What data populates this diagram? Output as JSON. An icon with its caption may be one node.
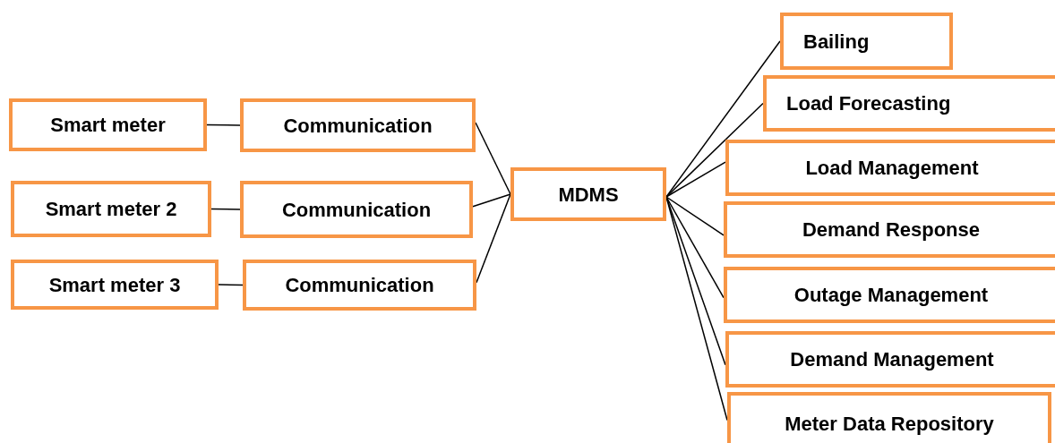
{
  "diagram": {
    "nodes": [
      {
        "text": [
          "Smart meter"
        ]
      },
      {
        "text": [
          "Communication"
        ]
      },
      {
        "text": [
          "Smart meter 2"
        ]
      },
      {
        "text": [
          "Communication"
        ]
      },
      {
        "text": [
          "Smart meter 3"
        ]
      },
      {
        "text": [
          "Communication"
        ]
      },
      {
        "text": [
          "MDMS"
        ]
      },
      {
        "text": [
          "Bailing"
        ]
      },
      {
        "text": [
          "Load Forecasting"
        ]
      },
      {
        "text": [
          "Load Management"
        ]
      },
      {
        "text": [
          "Demand Response"
        ]
      },
      {
        "text": [
          "Outage Management"
        ]
      },
      {
        "text": [
          "Demand Management"
        ]
      },
      {
        "text": [
          "Meter Data Repository"
        ]
      }
    ],
    "edges": [
      {
        "from": 0,
        "to": 1,
        "arrow": "none"
      },
      {
        "from": 2,
        "to": 3,
        "arrow": "none"
      },
      {
        "from": 4,
        "to": 5,
        "arrow": "none"
      },
      {
        "from": 1,
        "to": 6,
        "arrow": "none"
      },
      {
        "from": 3,
        "to": 6,
        "arrow": "none"
      },
      {
        "from": 5,
        "to": 6,
        "arrow": "none"
      },
      {
        "from": 6,
        "to": 7,
        "arrow": "none"
      },
      {
        "from": 6,
        "to": 8,
        "arrow": "none"
      },
      {
        "from": 6,
        "to": 9,
        "arrow": "none"
      },
      {
        "from": 6,
        "to": 10,
        "arrow": "none"
      },
      {
        "from": 6,
        "to": 11,
        "arrow": "none"
      },
      {
        "from": 6,
        "to": 12,
        "arrow": "none"
      },
      {
        "from": 6,
        "to": 13,
        "arrow": "none"
      }
    ]
  }
}
